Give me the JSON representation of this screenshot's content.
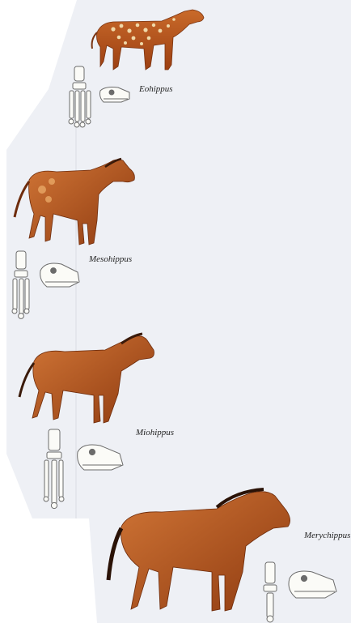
{
  "species": [
    {
      "label": "Eohippus"
    },
    {
      "label": "Mesohippus"
    },
    {
      "label": "Miohippus"
    },
    {
      "label": "Merychippus"
    }
  ],
  "colors": {
    "background_panel": "#eef0f5",
    "coat_light": "#c96a2a",
    "coat_dark": "#9c3f12",
    "mane": "#3a1a0a",
    "spots": "#f0d9a8",
    "bone": "#fbfbf7",
    "bone_outline": "#6b6b6b",
    "label_text": "#222222"
  }
}
